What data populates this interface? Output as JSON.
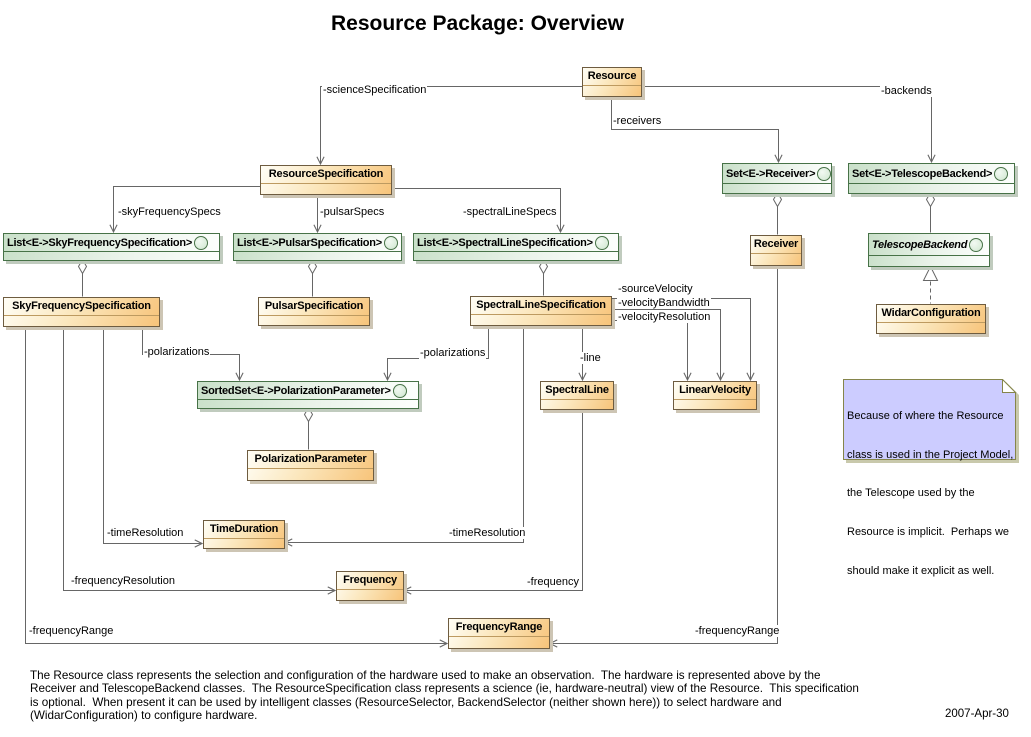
{
  "title": "Resource Package: Overview",
  "classes": {
    "resource": "Resource",
    "resource_specification": "ResourceSpecification",
    "sky_frequency_specification": "SkyFrequencySpecification",
    "pulsar_specification": "PulsarSpecification",
    "spectral_line_specification": "SpectralLineSpecification",
    "spectral_line": "SpectralLine",
    "linear_velocity": "LinearVelocity",
    "receiver": "Receiver",
    "widar_configuration": "WidarConfiguration",
    "polarization_parameter": "PolarizationParameter",
    "time_duration": "TimeDuration",
    "frequency": "Frequency",
    "frequency_range": "FrequencyRange"
  },
  "collections": {
    "list_sky_frequency": "List<E->SkyFrequencySpecification>",
    "list_pulsar": "List<E->PulsarSpecification>",
    "list_spectral_line": "List<E->SpectralLineSpecification>",
    "sorted_set_polarization": "SortedSet<E->PolarizationParameter>",
    "set_receiver": "Set<E->Receiver>",
    "set_telescope_backend": "Set<E->TelescopeBackend>",
    "telescope_backend": "TelescopeBackend"
  },
  "edge_labels": {
    "science_specification": "-scienceSpecification",
    "receivers": "-receivers",
    "backends": "-backends",
    "sky_frequency_specs": "-skyFrequencySpecs",
    "pulsar_specs": "-pulsarSpecs",
    "spectral_line_specs": "-spectralLineSpecs",
    "polarizations_left": "-polarizations",
    "polarizations_right": "-polarizations",
    "source_velocity": "-sourceVelocity",
    "velocity_bandwidth": "-velocityBandwidth",
    "velocity_resolution": "-velocityResolution",
    "line": "-line",
    "time_resolution_left": "-timeResolution",
    "time_resolution_right": "-timeResolution",
    "frequency_resolution": "-frequencyResolution",
    "frequency": "-frequency",
    "frequency_range_left": "-frequencyRange",
    "frequency_range_right": "-frequencyRange"
  },
  "note": {
    "lines": [
      "Because of where the Resource",
      "class is used in the Project Model,",
      "the Telescope used by the",
      "Resource is implicit.  Perhaps we",
      "should make it explicit as well."
    ]
  },
  "footer": {
    "lines": [
      "The Resource class represents the selection and configuration of the hardware used to make an observation.  The hardware is represented above by the",
      "Receiver and TelescopeBackend classes.  The ResourceSpecification class represents a science (ie, hardware-neutral) view of the Resource.  This specification",
      "is optional.  When present it can be used by intelligent classes (ResourceSelector, BackendSelector (neither shown here)) to select hardware and",
      "(WidarConfiguration) to configure hardware."
    ],
    "date": "2007-Apr-30"
  },
  "colors": {
    "class_fill": "#f7c47a",
    "class_border": "#6e5c40",
    "collection_fill": "#c9e0c9",
    "collection_border": "#477247",
    "note_fill": "#ccccff",
    "note_border": "#85854b",
    "connector": "#666666"
  }
}
